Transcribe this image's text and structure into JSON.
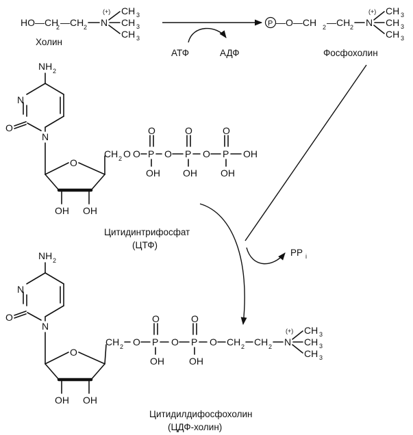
{
  "choline": {
    "formula_left": "HO—CH",
    "sub2a": "2",
    "formula_mid": "—CH",
    "sub2b": "2",
    "n_atom": "N",
    "charge": "(+)",
    "methyl": "CH",
    "methyl_sub": "3",
    "name": "Холин"
  },
  "phosphocholine": {
    "p_circle": "P",
    "formula": "—O—CH",
    "sub2a": "2",
    "formula_mid": "—CH",
    "sub2b": "2",
    "n_atom": "N",
    "charge": "(+)",
    "methyl": "CH",
    "methyl_sub": "3",
    "name": "Фосфохолин"
  },
  "reaction1": {
    "cofactor_in": "АТФ",
    "cofactor_out": "АДФ"
  },
  "ctp": {
    "amine": "NH",
    "amine_sub": "2",
    "ring_n": "N",
    "carbonyl_o": "O",
    "ring_o": "O",
    "oh": "OH",
    "ch2o": "CH",
    "ch2_sub": "2",
    "o": "O",
    "p": "P",
    "name": "Цитидинтрифосфат",
    "abbr": "(ЦТФ)"
  },
  "reaction2": {
    "byproduct": "PP",
    "byproduct_sub": "i"
  },
  "cdp_choline": {
    "amine": "NH",
    "amine_sub": "2",
    "ring_n": "N",
    "carbonyl_o": "O",
    "ring_o": "O",
    "oh": "OH",
    "ch2": "CH",
    "ch2_sub": "2",
    "o": "O",
    "p": "P",
    "n_atom": "N",
    "charge": "(+)",
    "methyl": "CH",
    "methyl_sub": "3",
    "name": "Цитидилдифосфохолин",
    "abbr": "(ЦДФ-холин)"
  }
}
